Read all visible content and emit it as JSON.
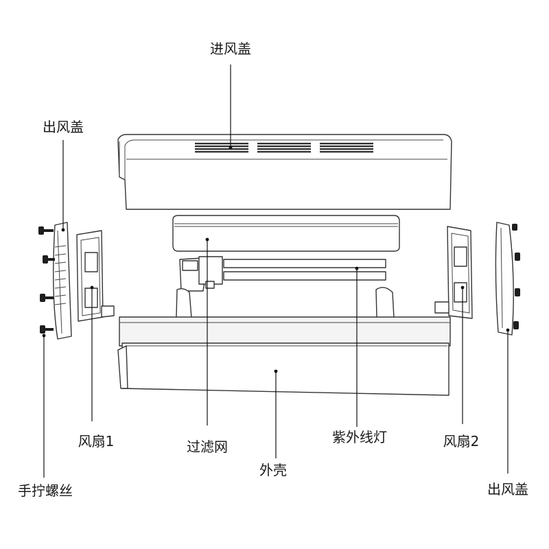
{
  "labels": {
    "inlet_cover": "进风盖",
    "outlet_cover_left": "出风盖",
    "outlet_cover_right": "出风盖",
    "fan_1": "风扇1",
    "fan_2": "风扇2",
    "filter": "过滤网",
    "uv_lamp": "紫外线灯",
    "housing": "外壳",
    "thumb_screws": "手拧螺丝"
  },
  "colors": {
    "line": "#333333",
    "text": "#1a1a1a",
    "fill_light": "#f4f4f4",
    "background": "#ffffff"
  }
}
